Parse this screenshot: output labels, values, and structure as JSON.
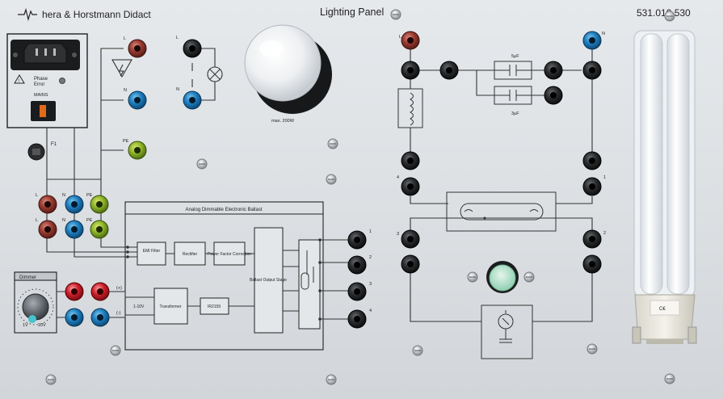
{
  "header": {
    "brand": "hera & Horstmann Didact",
    "title": "Lighting Panel",
    "part_number": "531.010.530"
  },
  "mains": {
    "phase_error_line1": "Phase",
    "phase_error_line2": "Error",
    "mains_label": "MAINS",
    "fuse_label": "F1"
  },
  "lamp": {
    "rating": "max. 200W",
    "terminal_l": "L",
    "terminal_n": "N",
    "terminal_pe": "PE"
  },
  "supply": {
    "l": "L",
    "n": "N",
    "pe": "PE"
  },
  "dimmer": {
    "title": "Dimmer",
    "scale_low": "1V",
    "scale_high": "10V",
    "plus": "(+)",
    "minus": "(-)"
  },
  "ballast": {
    "title": "Analog Dimmable Electronic Ballast",
    "emi": "EMI Filter",
    "rectifier": "Rectifier",
    "pfc": "Power Factor Correction",
    "stage": "Ballast Output Stage",
    "input": "1-10V",
    "transformer": "Transformer",
    "ic": "IR2159",
    "out1": "1",
    "out2": "2",
    "out3": "3",
    "out4": "4"
  },
  "circuit": {
    "l": "L",
    "n": "N",
    "cap1": "5µF",
    "cap2": "3µF",
    "t1": "1",
    "t2": "2",
    "t3": "3",
    "t4": "4"
  }
}
